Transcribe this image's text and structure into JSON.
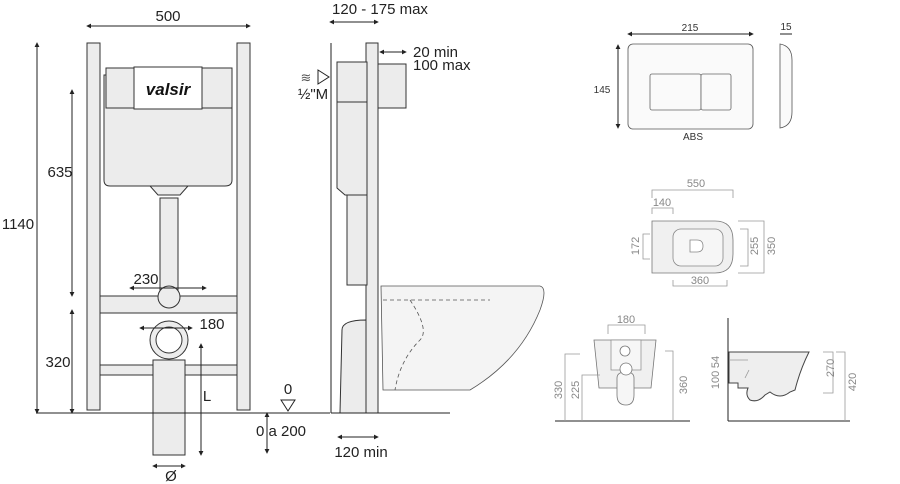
{
  "brand_logo": "valsir",
  "front_view": {
    "width": "500",
    "height_total": "1140",
    "height_cistern": "635",
    "height_bracket": "320",
    "bracket_spacing_upper": "230",
    "bracket_spacing_lower": "180",
    "length_label": "L",
    "floor_level": "0",
    "floor_adjust": "0 a 200",
    "diameter": "Ø"
  },
  "side_view": {
    "depth_range": "120 - 175 max",
    "wall_min": "20 min",
    "wall_max": "100 max",
    "water_inlet": "½\"M",
    "depth_min": "120 min"
  },
  "flush_plate": {
    "width": "215",
    "height": "145",
    "thickness": "15",
    "material": "ABS"
  },
  "bowl_top": {
    "length": "550",
    "fixing_offset": "140",
    "fixing_spacing": "172",
    "seat_width": "255",
    "width": "350",
    "seat_length": "360"
  },
  "bowl_front": {
    "outlet_spacing": "180",
    "height_330": "330",
    "height_225": "225",
    "height_360": "360"
  },
  "bowl_side": {
    "dim_100": "100",
    "dim_54": "54",
    "height_270": "270",
    "height_420": "420"
  }
}
